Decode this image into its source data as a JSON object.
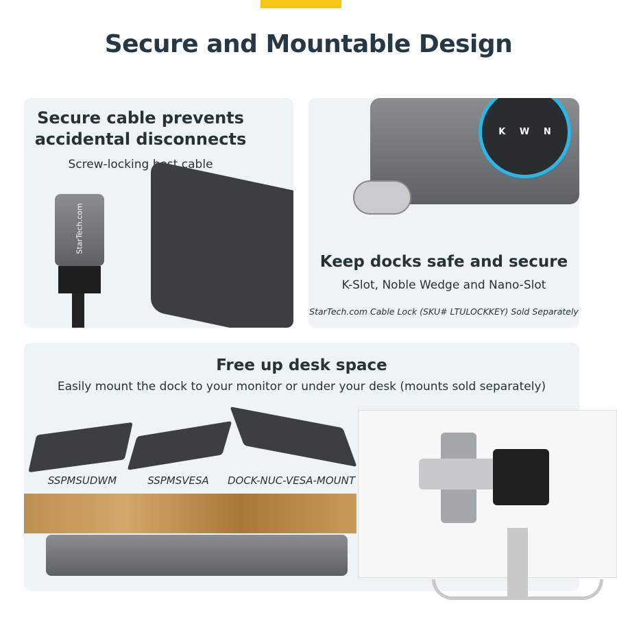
{
  "header": {
    "title": "Secure and Mountable Design",
    "accent_color": "#f5c518"
  },
  "cable_panel": {
    "heading_line1": "Secure cable prevents",
    "heading_line2": "accidental disconnects",
    "subheading": "Screw-locking host cable",
    "cable_brand": "StarTech.com"
  },
  "lock_panel": {
    "heading": "Keep docks safe and secure",
    "subheading": "K-Slot, Noble Wedge and Nano-Slot",
    "note": "StarTech.com Cable Lock (SKU# LTULOCKKEY) Sold Separately",
    "slot_labels": [
      "K",
      "W",
      "N"
    ]
  },
  "mount_panel": {
    "heading": "Free up desk space",
    "subheading": "Easily mount the dock to your monitor or under your desk (mounts sold separately)",
    "mounts": [
      "SSPMSUDWM",
      "SSPMSVESA",
      "DOCK-NUC-VESA-MOUNT"
    ]
  }
}
